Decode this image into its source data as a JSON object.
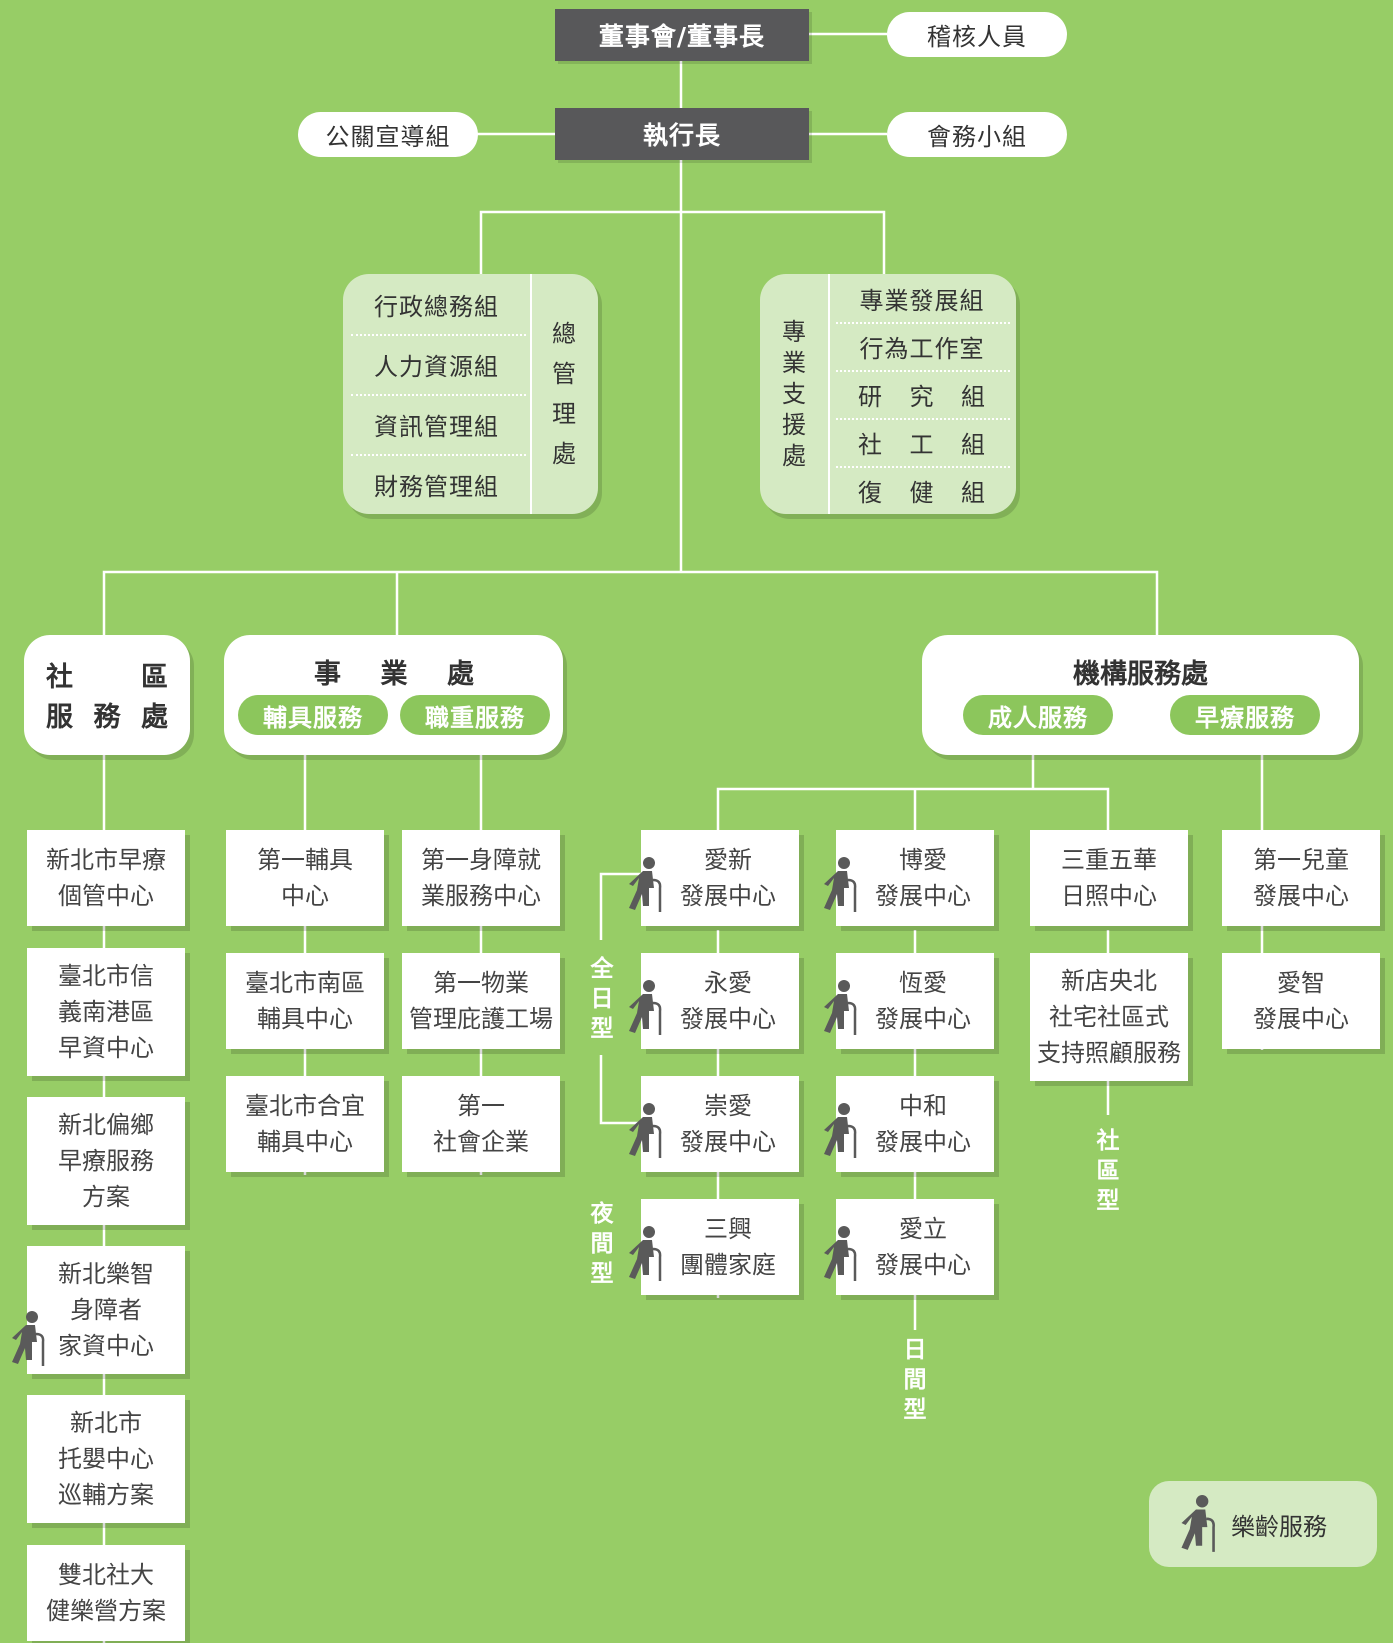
{
  "top": {
    "board": "董事會/董事長",
    "audit": "稽核人員",
    "ceo": "執行長",
    "pr": "公關宣導組",
    "affairs": "會務小組"
  },
  "general": {
    "title_chars": [
      "總",
      "管",
      "理",
      "處"
    ],
    "items": [
      "行政總務組",
      "人力資源組",
      "資訊管理組",
      "財務管理組"
    ]
  },
  "support": {
    "title_chars": [
      "專",
      "業",
      "支",
      "援",
      "處"
    ],
    "items": [
      "專業發展組",
      "行為工作室"
    ],
    "spaced_items": [
      [
        "研",
        "究",
        "組"
      ],
      [
        "社",
        "工",
        "組"
      ],
      [
        "復",
        "健",
        "組"
      ]
    ]
  },
  "community": {
    "title_line1": [
      "社",
      "區"
    ],
    "title_line2": [
      "服",
      "務",
      "處"
    ],
    "cards": [
      [
        "新北市早療",
        "個管中心"
      ],
      [
        "臺北市信",
        "義南港區",
        "早資中心"
      ],
      [
        "新北偏鄉",
        "早療服務",
        "方案"
      ],
      [
        "新北樂智",
        "身障者",
        "家資中心"
      ],
      [
        "新北市",
        "托嬰中心",
        "巡輔方案"
      ],
      [
        "雙北社大",
        "健樂營方案"
      ]
    ]
  },
  "enterprise": {
    "title_chars": [
      "事",
      "業",
      "處"
    ],
    "pill_aids": "輔具服務",
    "pill_job": "職重服務",
    "aids_cards": [
      [
        "第一輔具",
        "中心"
      ],
      [
        "臺北市南區",
        "輔具中心"
      ],
      [
        "臺北市合宜",
        "輔具中心"
      ]
    ],
    "job_cards": [
      [
        "第一身障就",
        "業服務中心"
      ],
      [
        "第一物業",
        "管理庇護工場"
      ],
      [
        "第一",
        "社會企業"
      ]
    ]
  },
  "institution": {
    "title": "機構服務處",
    "pill_adult": "成人服務",
    "pill_early": "早療服務",
    "col1": [
      [
        "愛新",
        "發展中心"
      ],
      [
        "永愛",
        "發展中心"
      ],
      [
        "崇愛",
        "發展中心"
      ],
      [
        "三興",
        "團體家庭"
      ]
    ],
    "col2": [
      [
        "博愛",
        "發展中心"
      ],
      [
        "恆愛",
        "發展中心"
      ],
      [
        "中和",
        "發展中心"
      ],
      [
        "愛立",
        "發展中心"
      ]
    ],
    "col3": [
      [
        "三重五華",
        "日照中心"
      ],
      [
        "新店央北",
        "社宅社區式",
        "支持照顧服務"
      ]
    ],
    "col4": [
      [
        "第一兒童",
        "發展中心"
      ],
      [
        "愛智",
        "發展中心"
      ]
    ]
  },
  "labels": {
    "fullday": [
      "全",
      "日",
      "型"
    ],
    "night": [
      "夜",
      "間",
      "型"
    ],
    "daytime": [
      "日",
      "間",
      "型"
    ],
    "community": [
      "社",
      "區",
      "型"
    ]
  },
  "legend": {
    "text": "樂齡服務",
    "icon": "elderly-walking-icon"
  },
  "colors": {
    "background": "#97cd66",
    "dark_box": "#58585a",
    "panel": "#d5eac3",
    "accent": "#8cc65c"
  }
}
